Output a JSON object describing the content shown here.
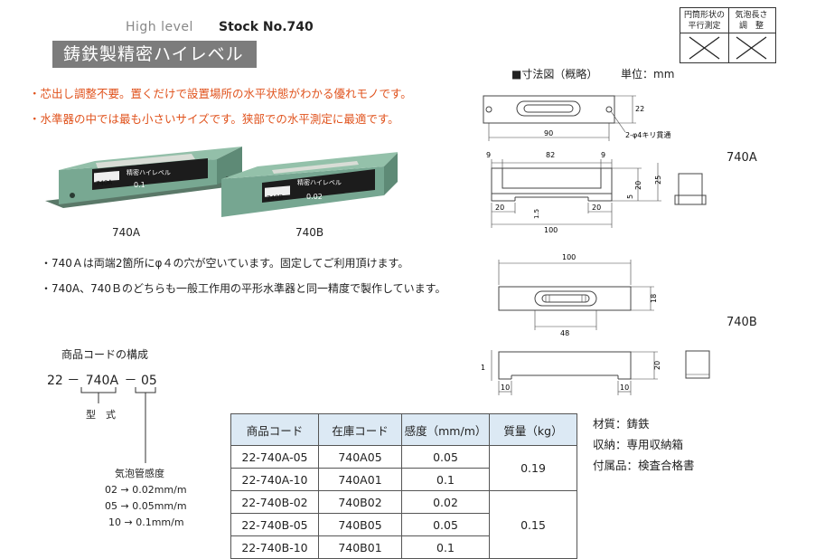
{
  "header": {
    "high_level": "High level",
    "stock_no": "Stock No.740",
    "title": "鋳鉄製精密ハイレベル"
  },
  "symbols": [
    {
      "label_line1": "円筒形状の",
      "label_line2": "平行測定",
      "mark": "×"
    },
    {
      "label_line1": "気泡長さ",
      "label_line2": "調　整",
      "mark": "×"
    }
  ],
  "features": [
    "・芯出し調整不要。置くだけで設置場所の水平状態がわかる優れモノです。",
    "・水準器の中では最も小さいサイズです。狭部での水平測定に最適です。"
  ],
  "photos": {
    "a_caption": "740A",
    "b_caption": "740B",
    "a_plate_model": "740A",
    "a_plate_value": "0.1",
    "a_plate_name": "精密ハイレベル",
    "b_plate_model": "740B",
    "b_plate_value": "0.02",
    "b_plate_name": "精密ハイレベル"
  },
  "notes": [
    "・740Ａは両端2箇所にφ４の穴が空いています。固定してご利用頂けます。",
    "・740A、740Ｂのどちらも一般工作用の平形水準器と同一精度で製作しています。"
  ],
  "product_code": {
    "heading": "商品コードの構成",
    "part1": "22",
    "dash1": "－",
    "part2": "740A",
    "dash2": "－",
    "part3": "05",
    "type_label": "型　式",
    "sens_label": "気泡管感度",
    "sens_list": [
      "02 → 0.02mm/m",
      "05 → 0.05mm/m",
      "10 → 0.1mm/m"
    ]
  },
  "drawing": {
    "header": "■寸法図（概略）",
    "unit": "単位：mm",
    "hole_note": "2‐φ4キリ貫通",
    "label_a": "740A",
    "label_b": "740B",
    "a_dims": {
      "h22": "22",
      "w90": "90",
      "d9l": "9",
      "d82": "82",
      "d9r": "9",
      "d5": "5",
      "d20v": "20",
      "d25": "25",
      "d20l": "20",
      "d15": "1.5",
      "d20r": "20",
      "d100": "100"
    },
    "b_dims": {
      "d100": "100",
      "d18": "18",
      "d48": "48",
      "d1": "1",
      "d20": "20",
      "d10l": "10",
      "d10r": "10"
    }
  },
  "table": {
    "headers": [
      "商品コード",
      "在庫コード",
      "感度（mm/m）",
      "質量（kg）"
    ],
    "rows": [
      {
        "code": "22-740A-05",
        "stock": "740A05",
        "sens": "0.05"
      },
      {
        "code": "22-740A-10",
        "stock": "740A01",
        "sens": "0.1"
      },
      {
        "code": "22-740B-02",
        "stock": "740B02",
        "sens": "0.02"
      },
      {
        "code": "22-740B-05",
        "stock": "740B05",
        "sens": "0.05"
      },
      {
        "code": "22-740B-10",
        "stock": "740B01",
        "sens": "0.1"
      }
    ],
    "mass_a": "0.19",
    "mass_b": "0.15"
  },
  "materials": {
    "material": "材質：鋳鉄",
    "storage": "収納：専用収納箱",
    "accessory": "付属品：検査合格書"
  }
}
